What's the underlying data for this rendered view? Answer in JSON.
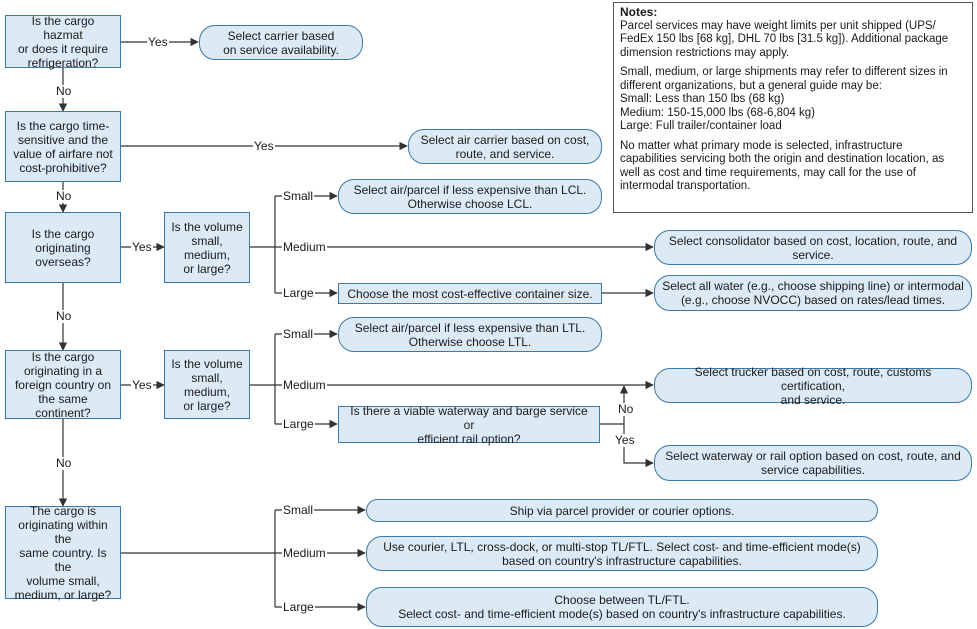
{
  "notes": {
    "title": "Notes:",
    "p1": "Parcel services may have weight limits per unit shipped (UPS/\nFedEx 150 lbs [68 kg], DHL 70 lbs [31.5 kg]). Additional package\ndimension restrictions may apply.",
    "p2": "Small, medium, or large shipments may refer to different sizes in\ndifferent organizations, but a general guide may be:\nSmall: Less than 150 lbs (68 kg)\nMedium: 150-15,000 lbs (68-6,804 kg)\nLarge: Full trailer/container load",
    "p3": "No matter what primary mode is selected, infrastructure\ncapabilities servicing both the origin and destination location, as\nwell as cost and time requirements, may call for the use of\nintermodal transportation."
  },
  "questions": {
    "q1": "Is the cargo hazmat\nor does it require\nrefrigeration?",
    "q2": "Is the cargo time-\nsensitive and the\nvalue of airfare not\ncost-prohibitive?",
    "q3": "Is the cargo\noriginating\noverseas?",
    "q3v": "Is the volume\nsmall, medium,\nor large?",
    "q4": "Is the cargo\noriginating in a\nforeign country on\nthe same continent?",
    "q4v": "Is the volume\nsmall, medium,\nor large?",
    "q5": "The cargo is\noriginating within the\nsame country. Is the\nvolume small,\nmedium, or large?"
  },
  "results": {
    "r1": "Select carrier based\non service availability.",
    "r2": "Select air carrier based on cost,\nroute, and service.",
    "r3s": "Select air/parcel if less expensive than LCL.\nOtherwise choose LCL.",
    "r3m": "Select consolidator based on cost, location, route, and\nservice.",
    "r3l": "Choose the most cost-effective container size.",
    "r3w": "Select all water (e.g., choose shipping line) or intermodal\n(e.g., choose NVOCC) based on rates/lead times.",
    "r4s": "Select air/parcel if less expensive than LTL.\nOtherwise choose LTL.",
    "r4m": "Select trucker based on cost, route, customs certification,\nand service.",
    "r4l": "Is there a viable waterway and barge service or\nefficient rail option?",
    "r4y": "Select waterway or rail option based on cost, route, and\nservice capabilities.",
    "r5s": "Ship via parcel provider or courier options.",
    "r5m": "Use courier, LTL, cross-dock, or multi-stop TL/FTL. Select cost- and time-efficient mode(s)\nbased on country's infrastructure capabilities.",
    "r5l": "Choose between TL/FTL.\nSelect cost- and time-efficient mode(s) based on country's infrastructure capabilities."
  },
  "labels": {
    "yes": "Yes",
    "no": "No",
    "small": "Small",
    "medium": "Medium",
    "large": "Large"
  },
  "colors": {
    "fill": "#dceaf6",
    "border": "#3c78a8",
    "line": "#333333"
  }
}
